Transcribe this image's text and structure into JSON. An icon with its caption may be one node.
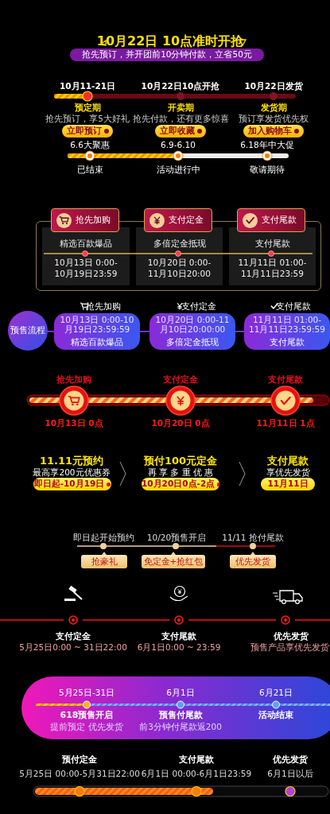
{
  "diagram": {
    "title": "10月22日 10点准时开抢",
    "nodes": [
      {
        "text": [
          "抢先预订，并开团前10分钟付款，立省50元"
        ]
      },
      {
        "text": [
          "立即预订"
        ]
      },
      {
        "text": [
          "立即收藏"
        ]
      },
      {
        "text": [
          "加入购物车"
        ]
      },
      {
        "text": [],
        "shape": "box"
      },
      {
        "text": [
          "抢先加购"
        ]
      },
      {
        "text": [
          "支付定金"
        ]
      },
      {
        "text": [
          "支付尾款"
        ]
      },
      {
        "text": [
          "精选百款爆品",
          "10月13日 0:00- 10月19日23:59"
        ],
        "in": 4
      },
      {
        "text": [
          "多倍定金抵现",
          "10月20日 0:00- 11月10日20:00"
        ],
        "in": 4
      },
      {
        "text": [
          "支付尾款",
          "11月11日 01:00- 11月11日23:59"
        ],
        "in": 4
      },
      {
        "text": [
          "预售流程"
        ]
      },
      {
        "text": [
          "10月13日 0:00-10月19日23:59:59",
          "精选百款爆品"
        ],
        "beside": [
          "抢先加购"
        ]
      },
      {
        "text": [
          "10月20日 0:00-11月10日20:00:00",
          "多倍定金抵现"
        ],
        "beside": [
          "支付定金"
        ]
      },
      {
        "text": [
          "11月11日 01:00-11月11日23:59:59",
          "支付尾款"
        ],
        "beside": [
          "支付尾款"
        ]
      },
      {
        "text": [
          "即日起-10月19日"
        ]
      },
      {
        "text": [
          "10月20日0点-2点"
        ]
      },
      {
        "text": [
          "11月11日"
        ]
      },
      {
        "text": [
          "抢豪礼"
        ]
      },
      {
        "text": [
          "免定金+抢红包"
        ]
      },
      {
        "text": [
          "优先发货"
        ]
      },
      {
        "text": [
          "5月25日-31日",
          "618预售开启",
          "提前预定 优先发货",
          "6月1日",
          "预售付尾款",
          "前3分钟付尾款返200",
          "6月21日",
          "活动结束"
        ]
      }
    ],
    "edges": [
      {
        "from": 11,
        "to": 12,
        "arrow": "none"
      },
      {
        "from": 12,
        "to": 13,
        "arrow": "none"
      },
      {
        "from": 13,
        "to": 14,
        "arrow": "none"
      }
    ],
    "labels": [
      "10月11-21日",
      "10月22日10点开抢",
      "10月22日发货",
      "预定期",
      "开卖期",
      "发货期",
      "抢先预订，享5大好礼",
      "抢先付款，还有更多惊喜",
      "预订享发货优先权",
      "6.6大聚惠",
      "6.9-6.10",
      "6.18年中大促",
      "已结束",
      "活动进行中",
      "敬请期待",
      "抢先加购",
      "支付定金",
      "支付尾款",
      "10月13日 0点",
      "10月20日 0点",
      "11月11日 1点",
      "11.11元预约",
      "预付100元定金",
      "支付尾款",
      "最高享200元优惠券",
      "再 享 多 重 优 惠",
      "享优先发货",
      "即日起开始预约",
      "10/20预售开启",
      "11/11 抢付尾款",
      "支付定金",
      "支付尾款",
      "优先发货",
      "5月25日0:00 ~ 31日22:00",
      "6月1日0:00 ~ 23:59",
      "预售产品享优先发货",
      "预付定金",
      "支付尾款",
      "优先发货",
      "5月25日 00:00-5月31日22:00",
      "6月1日 00:00-6月1日23:59",
      "6月1日以后"
    ]
  }
}
